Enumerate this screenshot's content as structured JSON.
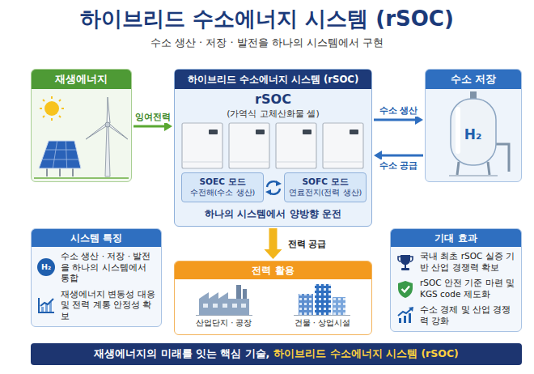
{
  "diagram": {
    "title": "하이브리드 수소에너지 시스템 (rSOC)",
    "caption": "수소 생산 · 저장 · 발전을 하나의 시스템에서 구현",
    "nodes": [
      {
        "text": [
          "재생에너지"
        ]
      },
      {
        "text": [
          "하이브리드 수소에너지 시스템 (rSOC)",
          "rSOC",
          "(가역식 고체산화물 셀)",
          "하나의 시스템에서 양방향 운전"
        ]
      },
      {
        "text": [
          "SOEC 모드",
          "수전해(수소 생산)"
        ],
        "in": 1
      },
      {
        "text": [
          "SOFC 모드",
          "연료전지(전력 생산)"
        ],
        "in": 1
      },
      {
        "text": [
          "수소 저장"
        ]
      },
      {
        "text": [
          "시스템 특징",
          "수소 생산 · 저장 · 발전을 하나의 시스템에서 통합",
          "재생에너지 변동성 대응 및 전력 계통 안정성 확보"
        ]
      },
      {
        "text": [
          "전력 활용",
          "산업단지 · 공장",
          "건물 · 상업시설"
        ]
      },
      {
        "text": [
          "기대 효과",
          "국내 최초 rSOC 실증 기반 산업 경쟁력 확보",
          "rSOC 안전 기준 마련 및 KGS code 제도화",
          "수소 경제 및 산업 경쟁력 강화"
        ]
      },
      {
        "text": [
          "재생에너지의 미래를 잇는 핵심 기술,",
          "하이브리드 수소에너지 시스템 (rSOC)"
        ]
      }
    ],
    "edges": [
      {
        "from": 0,
        "to": 1,
        "label": "잉여전력",
        "arrow": "to"
      },
      {
        "from": 1,
        "to": 4,
        "label": "수소 생산",
        "arrow": "to"
      },
      {
        "from": 4,
        "to": 1,
        "label": "수소 공급",
        "arrow": "to"
      },
      {
        "from": 1,
        "to": 6,
        "label": "전력 공급",
        "arrow": "to"
      }
    ],
    "labels": [
      "H₂",
      "H₂"
    ]
  }
}
